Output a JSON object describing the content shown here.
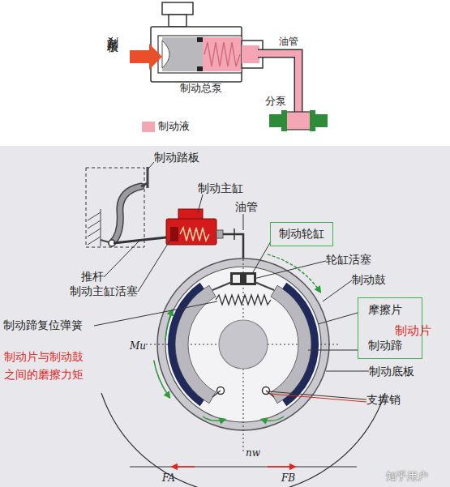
{
  "diagram": {
    "nodes": [
      {
        "text": [
          "制动轮缸"
        ]
      },
      {
        "text": [
          "摩擦片",
          "制动蹄"
        ]
      }
    ],
    "labels": [
      "刹车踏板",
      "制动总泵",
      "油管",
      "分泵",
      "制动踏板",
      "制动主缸",
      "油管",
      "推杆",
      "制动主缸活塞",
      "轮缸活塞",
      "制动鼓",
      "制动片",
      "制动蹄复位弹簧",
      "制动片与制动鼓 之间的磨擦力矩",
      "Mu",
      "制动底板",
      "支撑销",
      "nw",
      "FA",
      "FB",
      "知乎用户"
    ],
    "legend": [
      {
        "text": "制动液",
        "color": "#f4a6b4"
      }
    ]
  }
}
